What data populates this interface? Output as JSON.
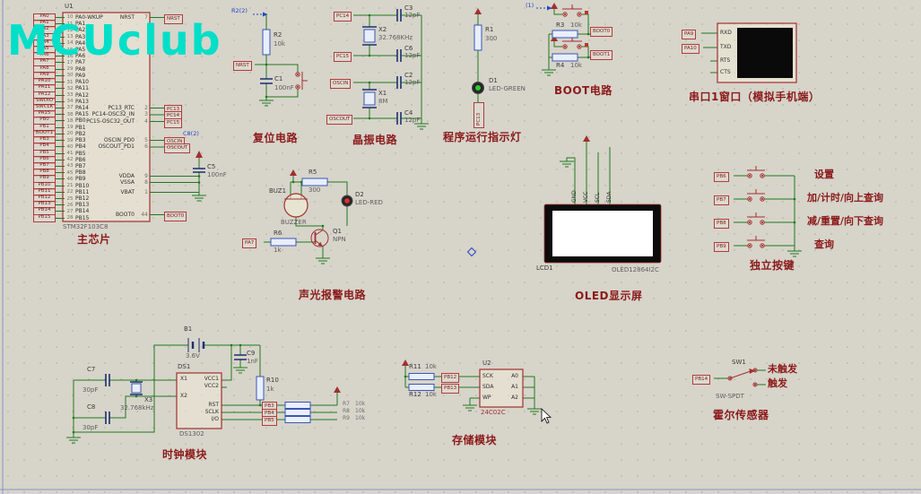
{
  "watermark": "MCUclub",
  "colors": {
    "watermark": "#00dfc8",
    "wire_green": "#1f7a1f",
    "component_red": "#a03030",
    "title_red": "#8b1a1a"
  },
  "annotations": {
    "reset_net": "R2(2)",
    "boot_net": "(1)",
    "osc_net": "C8(2)"
  },
  "main_chip": {
    "ref": "U1",
    "part": "STM32F103C8",
    "title": "主芯片",
    "c5": {
      "ref": "C5",
      "value": "100nF"
    },
    "left_rows": [
      {
        "tag": "PA0",
        "num": "10",
        "name": "PA0-WKUP"
      },
      {
        "tag": "PA1",
        "num": "11",
        "name": "PA1"
      },
      {
        "tag": "PA2",
        "num": "12",
        "name": "PA2"
      },
      {
        "tag": "PA3",
        "num": "13",
        "name": "PA3"
      },
      {
        "tag": "PA4",
        "num": "14",
        "name": "PA4"
      },
      {
        "tag": "PA5",
        "num": "15",
        "name": "PA5"
      },
      {
        "tag": "PA6",
        "num": "16",
        "name": "PA6"
      },
      {
        "tag": "PA7",
        "num": "17",
        "name": "PA7"
      },
      {
        "tag": "PA8",
        "num": "29",
        "name": "PA8"
      },
      {
        "tag": "PA9",
        "num": "30",
        "name": "PA9"
      },
      {
        "tag": "PA10",
        "num": "31",
        "name": "PA10"
      },
      {
        "tag": "PA11",
        "num": "32",
        "name": "PA11"
      },
      {
        "tag": "PA12",
        "num": "33",
        "name": "PA12"
      },
      {
        "tag": "SWDIO",
        "num": "34",
        "name": "PA13"
      },
      {
        "tag": "SWCLK",
        "num": "37",
        "name": "PA14"
      },
      {
        "tag": "PA15",
        "num": "38",
        "name": "PA15"
      },
      {
        "tag": "PB0",
        "num": "18",
        "name": "PB0"
      },
      {
        "tag": "PB1",
        "num": "19",
        "name": "PB1"
      },
      {
        "tag": "BOOT1",
        "num": "20",
        "name": "PB2"
      },
      {
        "tag": "PB3",
        "num": "39",
        "name": "PB3"
      },
      {
        "tag": "PB4",
        "num": "40",
        "name": "PB4"
      },
      {
        "tag": "PB5",
        "num": "41",
        "name": "PB5"
      },
      {
        "tag": "PB6",
        "num": "42",
        "name": "PB6"
      },
      {
        "tag": "PB7",
        "num": "43",
        "name": "PB7"
      },
      {
        "tag": "PB8",
        "num": "45",
        "name": "PB8"
      },
      {
        "tag": "PB9",
        "num": "46",
        "name": "PB9"
      },
      {
        "tag": "PB10",
        "num": "21",
        "name": "PB10"
      },
      {
        "tag": "PB11",
        "num": "22",
        "name": "PB11"
      },
      {
        "tag": "PB12",
        "num": "25",
        "name": "PB12"
      },
      {
        "tag": "PB13",
        "num": "26",
        "name": "PB13"
      },
      {
        "tag": "PB14",
        "num": "27",
        "name": "PB14"
      },
      {
        "tag": "PB15",
        "num": "28",
        "name": "PB15"
      }
    ],
    "right_rows": [
      {
        "name": "NRST",
        "num": "7",
        "tag": "NRST"
      },
      {
        "name": "PC13_RTC",
        "num": "2",
        "tag": "PC13"
      },
      {
        "name": "PC14-OSC32_IN",
        "num": "3",
        "tag": "PC14"
      },
      {
        "name": "PC15-OSC32_OUT",
        "num": "4",
        "tag": "PC15"
      },
      {
        "name": "OSCIN_PD0",
        "num": "5",
        "tag": "OSCIN"
      },
      {
        "name": "OSCOUT_PD1",
        "num": "6",
        "tag": "OSCOUT"
      },
      {
        "name": "VDDA",
        "num": "9",
        "tag": ""
      },
      {
        "name": "VSSA",
        "num": "8",
        "tag": ""
      },
      {
        "name": "VBAT",
        "num": "1",
        "tag": ""
      },
      {
        "name": "BOOT0",
        "num": "44",
        "tag": "BOOT0"
      }
    ]
  },
  "reset": {
    "title": "复位电路",
    "tag": "NRST",
    "r2": {
      "ref": "R2",
      "value": "10k"
    },
    "c1": {
      "ref": "C1",
      "value": "100nF"
    }
  },
  "crystal": {
    "title": "晶振电路",
    "tags": {
      "top": "PC14",
      "mid": "PC15",
      "in": "OSCIN",
      "out": "OSCOUT"
    },
    "x2": {
      "ref": "X2",
      "value": "32.768KHz"
    },
    "x1": {
      "ref": "X1",
      "value": "8M"
    },
    "c3": {
      "ref": "C3",
      "value": "12pF"
    },
    "c6": {
      "ref": "C6",
      "value": "12pF"
    },
    "c2": {
      "ref": "C2",
      "value": "12pF"
    },
    "c4": {
      "ref": "C4",
      "value": "12pF"
    }
  },
  "run_led": {
    "title": "程序运行指示灯",
    "r1": {
      "ref": "R1",
      "value": "300"
    },
    "d1": {
      "ref": "D1",
      "value": "LED-GREEN"
    },
    "tag": "PC13"
  },
  "boot": {
    "title": "BOOT电路",
    "r3": {
      "ref": "R3",
      "value": "10k"
    },
    "r4": {
      "ref": "R4",
      "value": "10k"
    },
    "tag0": "BOOT0",
    "tag1": "BOOT1"
  },
  "serial": {
    "title": "串口1窗口（模拟手机端）",
    "tags": [
      "PA9",
      "PA10"
    ],
    "pins": [
      "RXD",
      "TXD",
      "RTS",
      "CTS"
    ]
  },
  "alarm": {
    "title": "声光报警电路",
    "r5": {
      "ref": "R5",
      "value": "300"
    },
    "buz": {
      "ref": "BUZ1",
      "value": "BUZZER"
    },
    "d2": {
      "ref": "D2",
      "value": "LED-RED"
    },
    "q1": {
      "ref": "Q1",
      "value": "NPN"
    },
    "r6": {
      "ref": "R6",
      "value": "1k"
    },
    "tag": "PA7"
  },
  "oled": {
    "title": "OLED显示屏",
    "ref": "LCD1",
    "part": "OLED12864I2C",
    "pins": [
      "GND",
      "VCC",
      "SCL",
      "SDA"
    ]
  },
  "keys": {
    "title": "独立按键",
    "rows": [
      {
        "tag": "PB6",
        "label": "设置"
      },
      {
        "tag": "PB7",
        "label": "加/计时/向上查询"
      },
      {
        "tag": "PB8",
        "label": "减/重置/向下查询"
      },
      {
        "tag": "PB9",
        "label": "查询"
      }
    ]
  },
  "clock": {
    "title": "时钟模块",
    "b1": {
      "ref": "B1",
      "value": "3.6V"
    },
    "c9": {
      "ref": "C9",
      "value": "1nF"
    },
    "r10": {
      "ref": "R10",
      "value": "1k"
    },
    "ds1": {
      "ref": "DS1",
      "part": "DS1302",
      "x1": "X1",
      "x2": "X2",
      "vcc1": "VCC1",
      "vcc2": "VCC2",
      "rst": "RST",
      "sclk": "SCLK",
      "io": "I/O"
    },
    "x3": {
      "ref": "X3",
      "value": "32.768kHz"
    },
    "c7": {
      "ref": "C7",
      "value": "30pF"
    },
    "c8": {
      "ref": "C8",
      "value": "30pF"
    },
    "pullups": [
      {
        "ref": "R7",
        "value": "10k",
        "tag": "PB3"
      },
      {
        "ref": "R8",
        "value": "10k",
        "tag": "PB4"
      },
      {
        "ref": "R9",
        "value": "10k",
        "tag": "PB5"
      }
    ]
  },
  "storage": {
    "title": "存储模块",
    "r11": {
      "ref": "R11",
      "value": "10k",
      "tag": "PB12"
    },
    "r12": {
      "ref": "R12",
      "value": "10k",
      "tag": "PB13"
    },
    "u2": {
      "ref": "U2",
      "part": "24C02C",
      "left_pins": [
        "SCK",
        "SDA",
        "WP"
      ],
      "right_pins": [
        "A0",
        "A1",
        "A2"
      ]
    }
  },
  "hall": {
    "title": "霍尔传感器",
    "sw": {
      "ref": "SW1",
      "part": "SW-SPDT"
    },
    "tag": "PB14",
    "states": [
      "未触发",
      "触发"
    ]
  }
}
